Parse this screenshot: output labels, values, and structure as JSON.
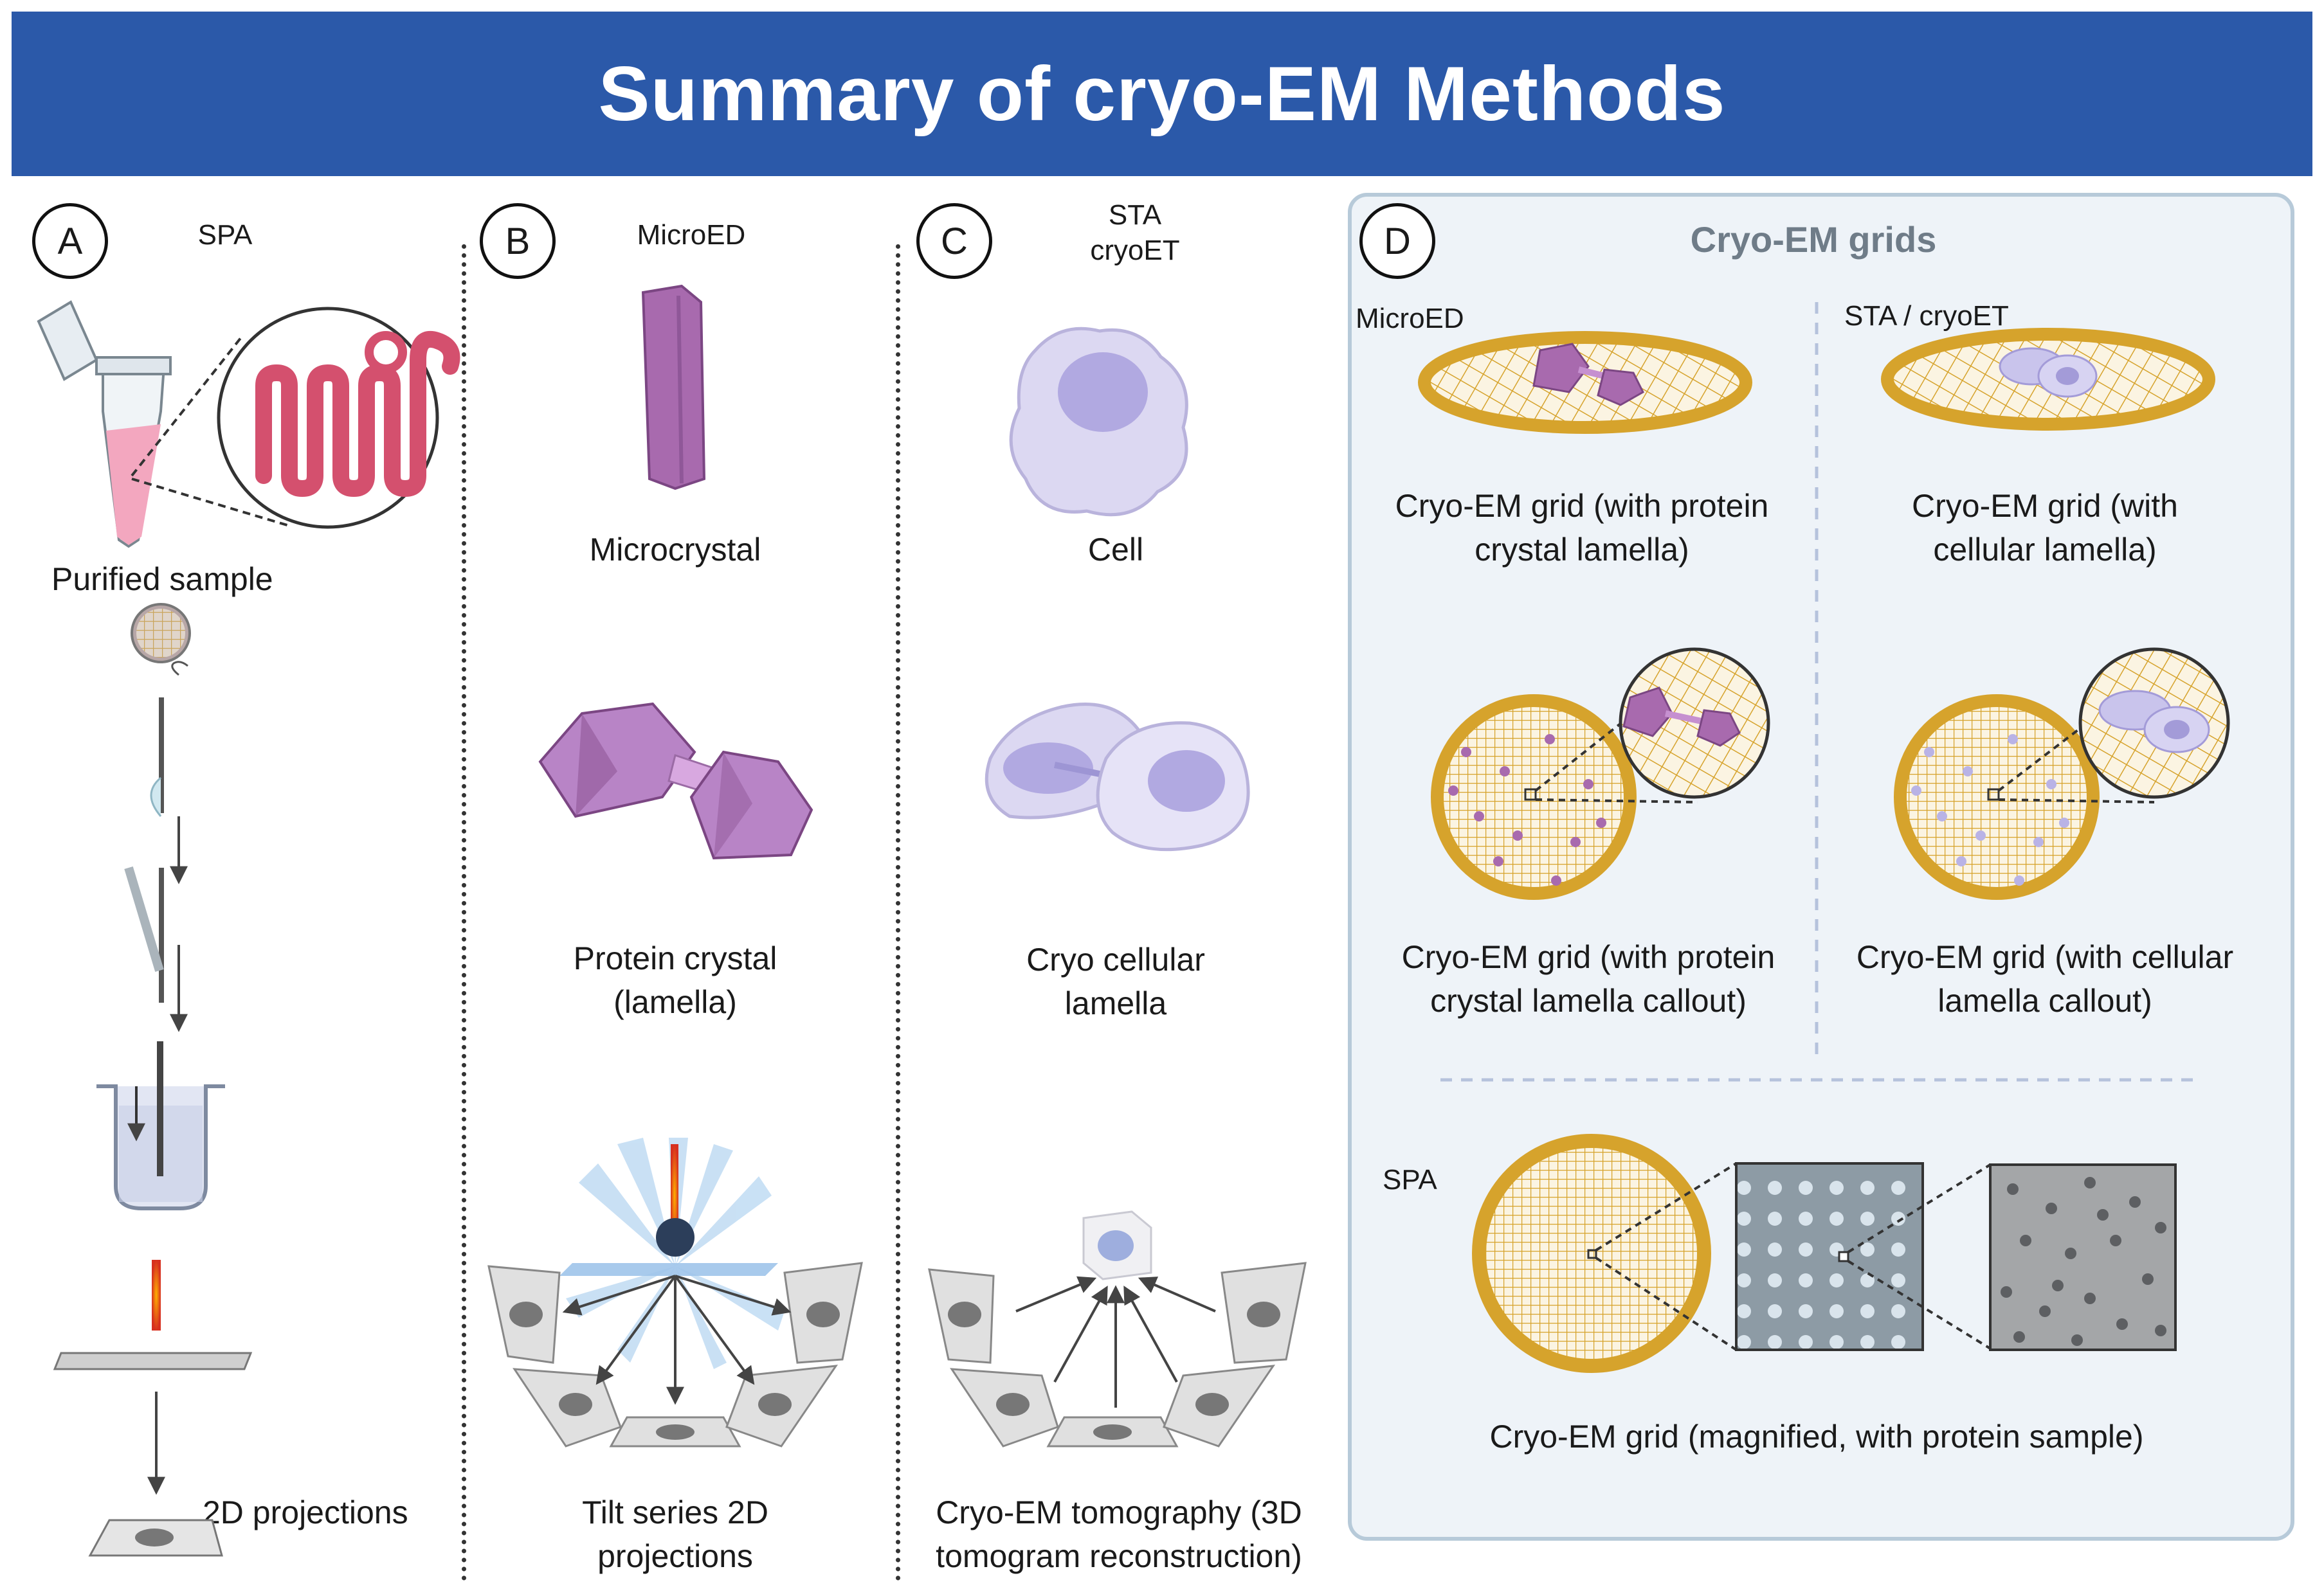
{
  "title": "Summary of cryo-EM Methods",
  "panels": {
    "a": {
      "letter": "A",
      "method": "SPA",
      "sample_label": "Purified sample",
      "output_label": "2D projections"
    },
    "b": {
      "letter": "B",
      "method": "MicroED",
      "item1": "Microcrystal",
      "item2_line1": "Protein crystal",
      "item2_line2": "(lamella)",
      "output_line1": "Tilt series 2D",
      "output_line2": "projections"
    },
    "c": {
      "letter": "C",
      "method_line1": "STA",
      "method_line2": "cryoET",
      "item1": "Cell",
      "item2_line1": "Cryo cellular",
      "item2_line2": "lamella",
      "output_line1": "Cryo-EM tomography (3D",
      "output_line2": "tomogram reconstruction)"
    },
    "d": {
      "letter": "D",
      "title": "Cryo-EM grids",
      "microed_label": "MicroED",
      "sta_label": "STA / cryoET",
      "grid1_line1": "Cryo-EM grid (with protein",
      "grid1_line2": "crystal lamella)",
      "grid2_line1": "Cryo-EM grid (with",
      "grid2_line2": "cellular lamella)",
      "grid3_line1": "Cryo-EM grid (with protein",
      "grid3_line2": "crystal lamella callout)",
      "grid4_line1": "Cryo-EM grid (with cellular",
      "grid4_line2": "lamella callout)",
      "spa_label": "SPA",
      "grid5": "Cryo-EM grid (magnified, with protein sample)"
    }
  },
  "colors": {
    "banner": "#2b59a9",
    "protein": "#d4506e",
    "crystal": "#a86aae",
    "cell": "#c9c4ec",
    "grid_gold": "#d6a32c",
    "panel_d_bg": "#eef3f8"
  }
}
